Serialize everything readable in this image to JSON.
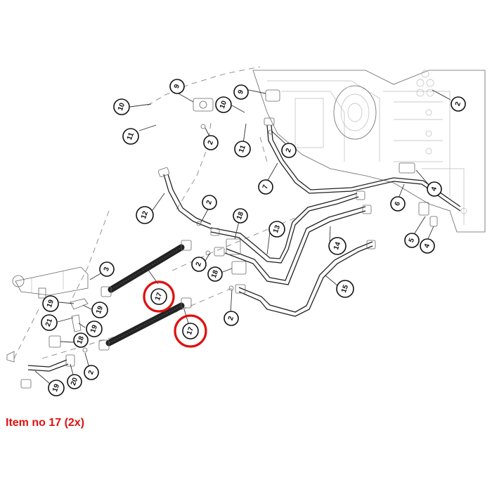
{
  "caption": "Item no 17 (2x)",
  "colors": {
    "highlight": "#e01010",
    "line": "#222222"
  },
  "callouts": [
    {
      "label": "9"
    },
    {
      "label": "10"
    },
    {
      "label": "11"
    },
    {
      "label": "2"
    },
    {
      "label": "9"
    },
    {
      "label": "10"
    },
    {
      "label": "11"
    },
    {
      "label": "2"
    },
    {
      "label": "2"
    },
    {
      "label": "7"
    },
    {
      "label": "4"
    },
    {
      "label": "6"
    },
    {
      "label": "5"
    },
    {
      "label": "4"
    },
    {
      "label": "12"
    },
    {
      "label": "2"
    },
    {
      "label": "18"
    },
    {
      "label": "13"
    },
    {
      "label": "14"
    },
    {
      "label": "15"
    },
    {
      "label": "2"
    },
    {
      "label": "18"
    },
    {
      "label": "2"
    },
    {
      "label": "3"
    },
    {
      "label": "19"
    },
    {
      "label": "19"
    },
    {
      "label": "21"
    },
    {
      "label": "19"
    },
    {
      "label": "18"
    },
    {
      "label": "17"
    },
    {
      "label": "17"
    },
    {
      "label": "2"
    },
    {
      "label": "20"
    },
    {
      "label": "19"
    }
  ]
}
